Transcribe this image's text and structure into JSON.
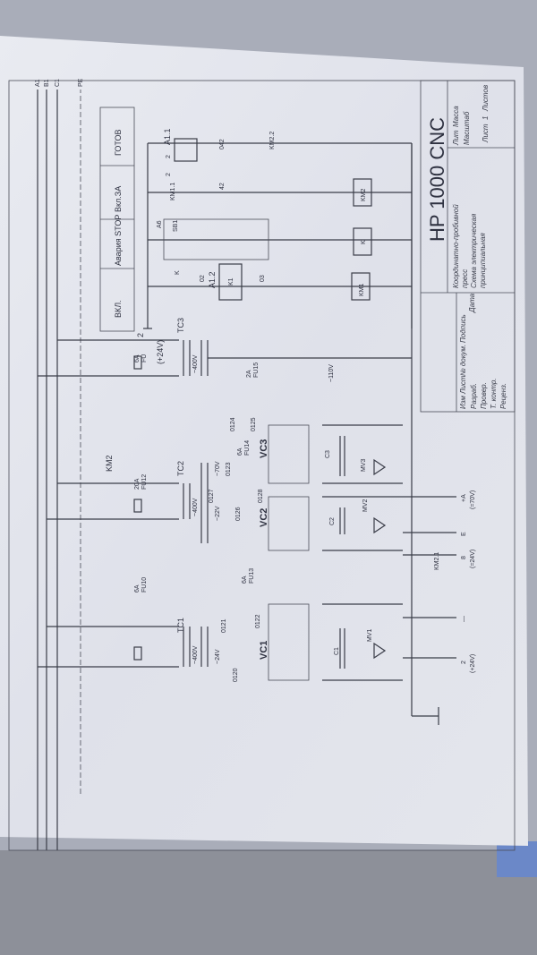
{
  "title_block": {
    "title": "HP 1000 CNC",
    "subtitle_line1": "Координатно-пробивной",
    "subtitle_line2": "пресс",
    "subtitle_line3": "Схема электрическая",
    "subtitle_line4": "принципиальная",
    "headers": [
      "Изм",
      "Лист",
      "№ докум.",
      "Подпись",
      "Дата"
    ],
    "roles": [
      "Разраб.",
      "Провер.",
      "Т. контр.",
      "Реценз."
    ],
    "right_headers": [
      "Лит",
      "Масса",
      "Масштаб"
    ],
    "sheet": "Лист",
    "sheet_no": "1",
    "sheets": "Листов"
  },
  "panel_buttons": [
    "ВКЛ.",
    "Авария STOP",
    "Вкл.ЗА",
    "ГОТОВ"
  ],
  "phases": [
    "A1",
    "B1",
    "C1",
    "PE"
  ],
  "control": {
    "rail": "2",
    "rail_voltage": "(+24V)",
    "labels": {
      "a11": "A1.1",
      "a12": "A1.2",
      "a6": "A6",
      "sb1": "SB1",
      "k": "K",
      "k1": "K1",
      "km11": "KM1.1",
      "km22": "KM2.2",
      "n2a": "2",
      "n2b": "2",
      "n042": "042",
      "n42": "42",
      "n02": "02",
      "n03": "03",
      "coil_km2": "KM2",
      "coil_k": "K",
      "coil_km1": "KM1"
    }
  },
  "power": {
    "km2": "KM2",
    "transformers": [
      "TC1",
      "TC2",
      "TC3"
    ],
    "fuses": [
      {
        "rating": "6A",
        "name": "FU10"
      },
      {
        "rating": "20A",
        "name": "FU12"
      },
      {
        "rating": "6A",
        "name": "FU"
      },
      {
        "rating": "6A",
        "name": "FU13"
      },
      {
        "rating": "6A",
        "name": "FU14"
      },
      {
        "rating": "2A",
        "name": "FU15"
      }
    ],
    "voltages": [
      "~400V",
      "~400V",
      "~400V",
      "~24V",
      "~22V",
      "~70V",
      "~110V"
    ],
    "nodes": [
      "0120",
      "0121",
      "0122",
      "0126",
      "0127",
      "0123",
      "0128",
      "0124",
      "0125"
    ],
    "rectifiers": [
      "VC1",
      "VC2",
      "VC3"
    ],
    "capacitors": [
      "C1",
      "C2",
      "C3"
    ],
    "varistors": [
      "MV1",
      "MV2",
      "MV3"
    ],
    "km21": "KM2.1",
    "outputs": [
      {
        "num": "2",
        "desc": "(+24V)"
      },
      {
        "num": "—",
        "desc": ""
      },
      {
        "num": "8",
        "desc": "(=24V)"
      },
      {
        "num": "E",
        "desc": ""
      },
      {
        "num": "+A",
        "desc": "(=70V)"
      }
    ]
  }
}
